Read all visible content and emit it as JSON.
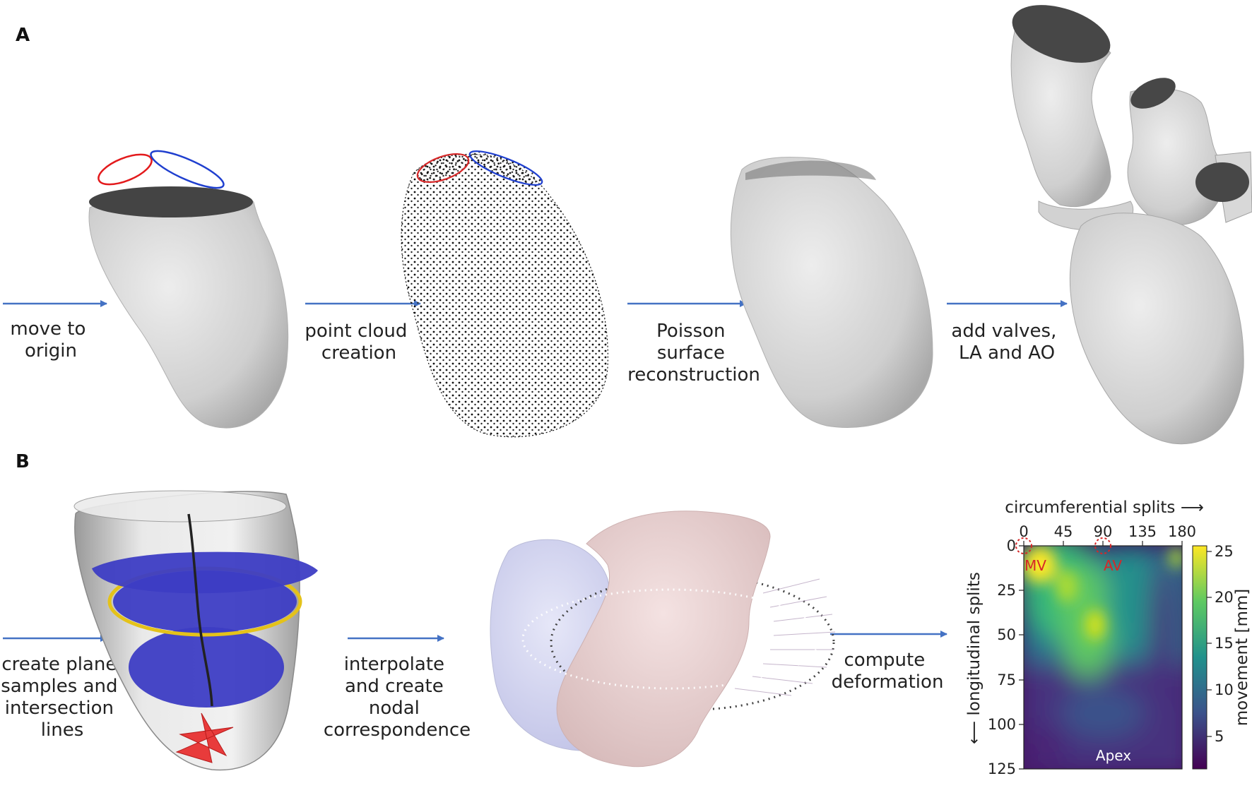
{
  "panels": {
    "a": "A",
    "b": "B"
  },
  "steps_a": [
    [
      "move to",
      "origin"
    ],
    [
      "point cloud",
      "creation"
    ],
    [
      "Poisson",
      "surface",
      "reconstruction"
    ],
    [
      "add valves,",
      "LA and AO"
    ]
  ],
  "steps_b": [
    [
      "create plane",
      "samples and",
      "intersection",
      "lines"
    ],
    [
      "interpolate",
      "and create",
      "nodal",
      "correspondence"
    ],
    [
      "compute",
      "deformation"
    ]
  ],
  "heatmap": {
    "x_title": "circumferential splits ⟶",
    "y_title": "⟵ longitudinal splits",
    "cbar_title": "movement [mm]",
    "x_ticks": [
      "0",
      "45",
      "90",
      "135",
      "180"
    ],
    "y_ticks": [
      "0",
      "25",
      "50",
      "75",
      "100",
      "125"
    ],
    "cbar_ticks": [
      "5",
      "10",
      "15",
      "20",
      "25"
    ],
    "annot_mv": "MV",
    "annot_av": "AV",
    "annot_apex": "Apex",
    "colors": {
      "low": "#440154",
      "mid": "#21918c",
      "high": "#fde725"
    }
  }
}
